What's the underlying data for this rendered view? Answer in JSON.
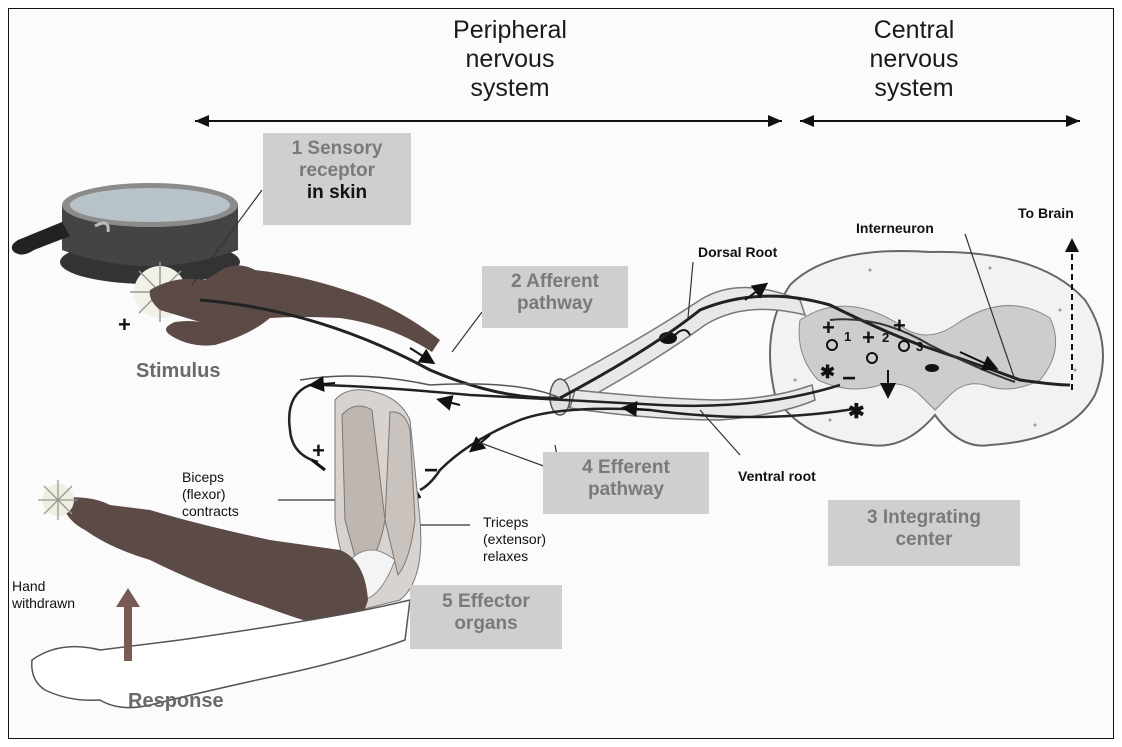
{
  "headers": {
    "peripheral": [
      "Peripheral",
      "nervous",
      "system"
    ],
    "central": [
      "Central",
      "nervous",
      "system"
    ]
  },
  "steps": {
    "s1": {
      "line1": "1 Sensory",
      "line2": "receptor",
      "line3": "in skin"
    },
    "s2": {
      "line1": "2 Afferent",
      "line2": "pathway"
    },
    "s3": {
      "line1": "3 Integrating",
      "line2": "center"
    },
    "s4": {
      "line1": "4 Efferent",
      "line2": "pathway"
    },
    "s5": {
      "line1": "5 Effector",
      "line2": "organs"
    }
  },
  "labels": {
    "stimulus": "Stimulus",
    "response": "Response",
    "dorsal_root": "Dorsal Root",
    "ventral_root": "Ventral root",
    "interneuron": "Interneuron",
    "to_brain": "To Brain",
    "biceps": [
      "Biceps",
      "(flexor)",
      "contracts"
    ],
    "triceps": [
      "Triceps",
      "(extensor)",
      "relaxes"
    ],
    "hand_withdrawn": [
      "Hand",
      "withdrawn"
    ],
    "synapse_1": "1",
    "synapse_2": "2",
    "synapse_3": "3"
  },
  "colors": {
    "label_box": "#cfcfcf",
    "label_box_text": "#7a7a7a",
    "spinal_gray": "#d9d9d9",
    "hand_dark": "#5b4a45"
  }
}
